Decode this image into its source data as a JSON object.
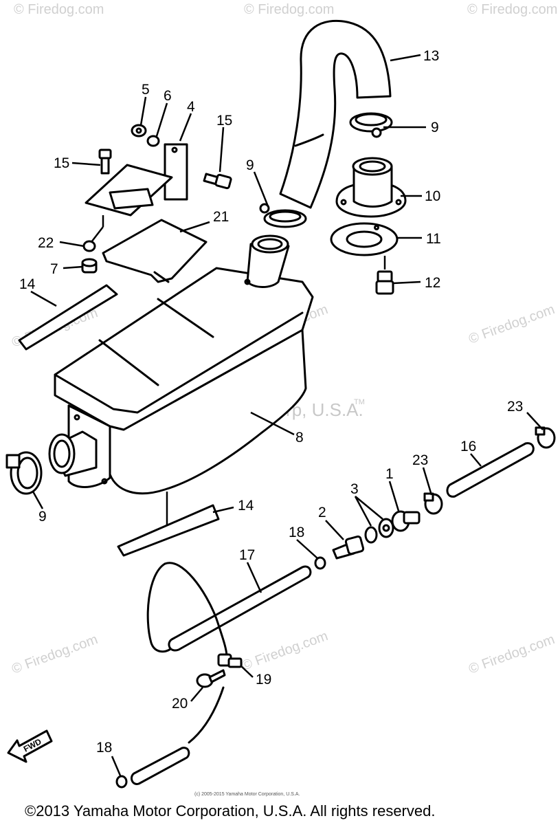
{
  "diagram": {
    "watermarks": {
      "firedog": "© Firedog.com",
      "yamaha": "Yamaha Motor Corp, U.S.A.",
      "tm": "TM"
    },
    "fine_print": "(c) 2005-2015 Yamaha Motor Corporation, U.S.A.",
    "copyright": "©2013 Yamaha Motor Corporation, U.S.A. All rights reserved.",
    "fwd_label": "FWD",
    "callouts": {
      "c1": "1",
      "c2": "2",
      "c3": "3",
      "c4": "4",
      "c5": "5",
      "c6": "6",
      "c7": "7",
      "c8": "8",
      "c9": "9",
      "c10": "10",
      "c11": "11",
      "c12": "12",
      "c13": "13",
      "c14": "14",
      "c15": "15",
      "c16": "16",
      "c17": "17",
      "c18": "18",
      "c19": "19",
      "c20": "20",
      "c21": "21",
      "c22": "22",
      "c23": "23"
    }
  }
}
